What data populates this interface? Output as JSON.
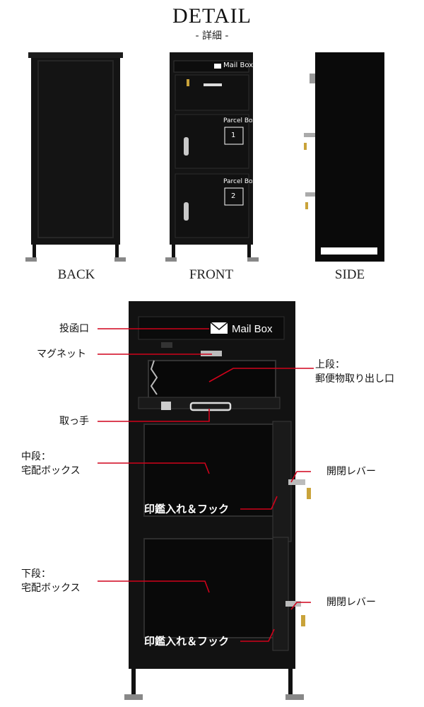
{
  "header": {
    "title": "DETAIL",
    "subtitle": "- 詳細 -"
  },
  "views": [
    {
      "label": "BACK"
    },
    {
      "label": "FRONT"
    },
    {
      "label": "SIDE"
    }
  ],
  "box_labels": {
    "mail_box": "Mail Box",
    "parcel_box": "Parcel Box",
    "parcel_1": "1",
    "parcel_2": "2"
  },
  "callouts": {
    "slot": "投函口",
    "magnet": "マグネット",
    "upper_line1": "上段：",
    "upper_line2": "郵便物取り出し口",
    "handle": "取っ手",
    "middle_line1": "中段：",
    "middle_line2": "宅配ボックス",
    "lever_1": "開閉レバー",
    "seal_hook_1": "印鑑入れ＆フック",
    "lower_line1": "下段：",
    "lower_line2": "宅配ボックス",
    "lever_2": "開閉レバー",
    "seal_hook_2": "印鑑入れ＆フック"
  },
  "colors": {
    "body": "#111111",
    "leader": "#d0021b",
    "background": "#ffffff"
  }
}
